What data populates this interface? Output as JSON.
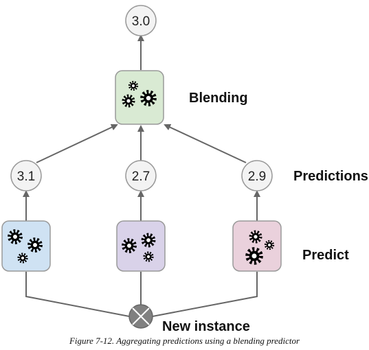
{
  "diagram": {
    "output_value": "3.0",
    "blender_label": "Blending",
    "predictions": [
      "3.1",
      "2.7",
      "2.9"
    ],
    "predictions_label": "Predictions",
    "predict_label": "Predict",
    "input_label": "New instance",
    "colors": {
      "blender": "#d9ead3",
      "predictor_1": "#cfe2f3",
      "predictor_2": "#d9d2e9",
      "predictor_3": "#ead1dc",
      "arrow": "#666666",
      "node_fill": "#f3f3f3"
    }
  },
  "caption": "Figure 7-12. Aggregating predictions using a blending predictor"
}
